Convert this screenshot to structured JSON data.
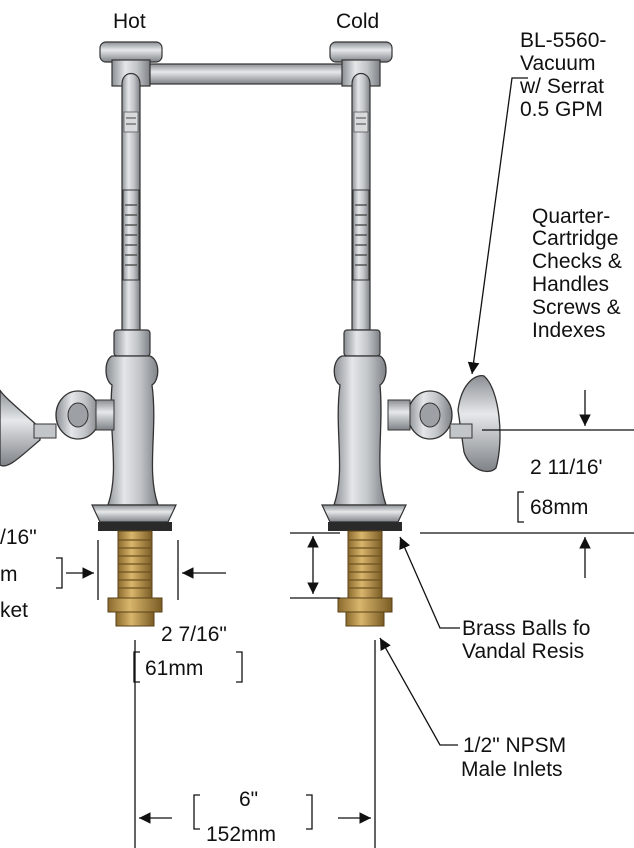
{
  "labels": {
    "hot": "Hot",
    "cold": "Cold",
    "model_lines": [
      "BL-5560-",
      "Vacuum",
      "w/ Serrat",
      "0.5 GPM"
    ],
    "handle_lines": [
      "Quarter-",
      "Cartridge",
      "Checks &",
      "Handles",
      "Screws &",
      "Indexes"
    ],
    "dim_handle_imp": "2 11/16'",
    "dim_handle_met": "68mm",
    "dim_shank_imp": "/16\"",
    "dim_shank_met": "m",
    "dim_shank_word": "ket",
    "brass_lines": [
      "Brass Balls fo",
      "Vandal Resis"
    ],
    "dim_inlet_imp": "2 7/16\"",
    "dim_inlet_met": "61mm",
    "inlet_lines": [
      "1/2\" NPSM",
      "Male Inlets"
    ],
    "dim_center_imp": "6\"",
    "dim_center_met": "152mm"
  },
  "colors": {
    "chrome": "#b9bcbf",
    "chrome_dark": "#7c8085",
    "brass": "#b8934a",
    "line": "#111111"
  }
}
